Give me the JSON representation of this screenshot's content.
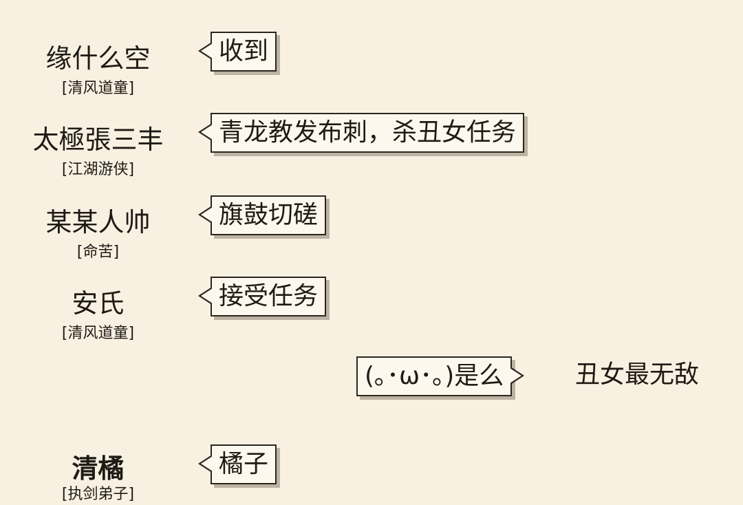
{
  "messages": [
    {
      "name": "缘什么空",
      "title": "[清风道童]",
      "text": "收到"
    },
    {
      "name": "太極張三丰",
      "title": "[江湖游侠]",
      "text": "青龙教发布刺，杀丑女任务"
    },
    {
      "name": "某某人帅",
      "title": "[命苦]",
      "text": "旗鼓切磋"
    },
    {
      "name": "安氏",
      "title": "[清风道童]",
      "text": "接受任务"
    },
    {
      "name": "丑女最无敌",
      "title": "",
      "text": "(｡･ω･｡)是么",
      "self": true
    },
    {
      "name": "清橘",
      "title": "[执剑弟子]",
      "text": "橘子"
    }
  ]
}
